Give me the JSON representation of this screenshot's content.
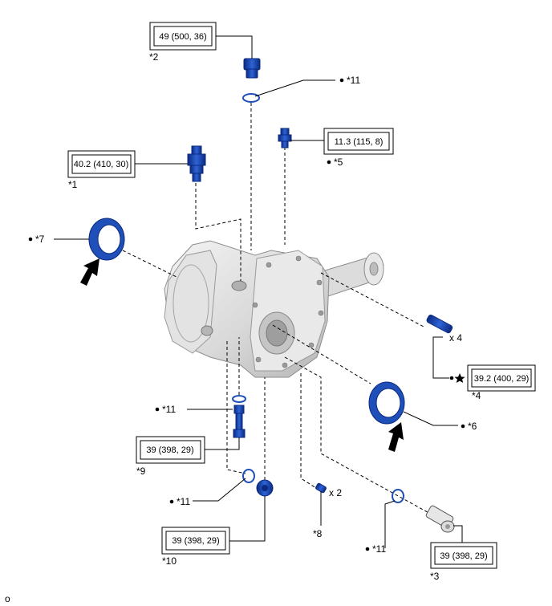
{
  "torque": {
    "t2": "49 (500, 36)",
    "t5": "11.3 (115, 8)",
    "t1": "40.2 (410, 30)",
    "t4": "39.2 (400, 29)",
    "t9": "39 (398, 29)",
    "t10": "39 (398, 29)",
    "t3": "39 (398, 29)"
  },
  "callouts": {
    "c2": "*2",
    "c11_top": "*11",
    "c5": "*5",
    "c1": "*1",
    "c7": "*7",
    "c4": "*4",
    "c6": "*6",
    "c11_mid": "*11",
    "c9": "*9",
    "c11_low": "*11",
    "c8": "*8",
    "c10": "*10",
    "c11_right": "*11",
    "c3": "*3"
  },
  "quantities": {
    "q4": "x 4",
    "q2": "x 2"
  },
  "corner_mark": "o",
  "colors": {
    "part_blue": "#1f4fb8",
    "part_blue_dark": "#0b2a80",
    "housing_light": "#ececec",
    "housing_mid": "#cfcfcf",
    "housing_dark": "#a9a9a9"
  }
}
